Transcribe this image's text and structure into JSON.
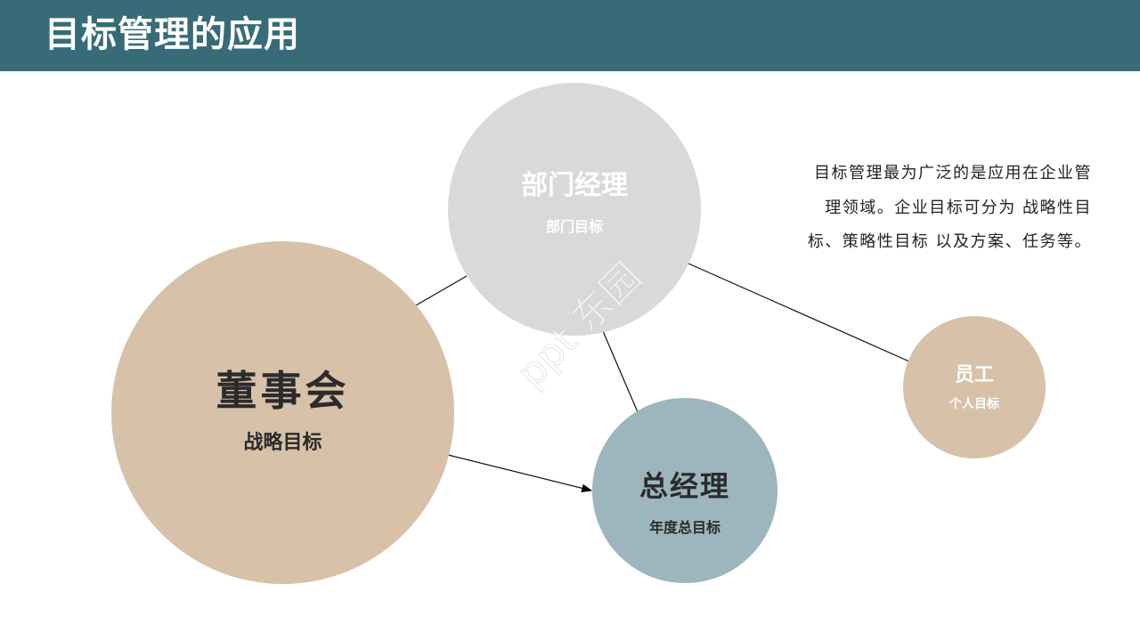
{
  "header": {
    "title": "目标管理的应用",
    "background_color": "#376b78"
  },
  "nodes": {
    "board": {
      "title": "董事会",
      "subtitle": "战略目标",
      "color": "#d7c1a8"
    },
    "department_manager": {
      "title": "部门经理",
      "subtitle": "部门目标",
      "color": "#d9d9d9"
    },
    "general_manager": {
      "title": "总经理",
      "subtitle": "年度总目标",
      "color": "#9db5bd"
    },
    "employee": {
      "title": "员工",
      "subtitle": "个人目标",
      "color": "#d7c1a8"
    }
  },
  "connections": [
    {
      "from": "board",
      "to": "department_manager",
      "type": "line"
    },
    {
      "from": "department_manager",
      "to": "general_manager",
      "type": "line"
    },
    {
      "from": "department_manager",
      "to": "employee",
      "type": "line"
    },
    {
      "from": "board",
      "to": "general_manager",
      "type": "arrow"
    }
  ],
  "description": {
    "lines": [
      "目标管理最为广泛的是应用在企业管",
      "理领域。企业目标可分为 战略性目",
      "标、策略性目标 以及方案、任务等。"
    ]
  },
  "watermark": {
    "text": "ppt 东园"
  }
}
